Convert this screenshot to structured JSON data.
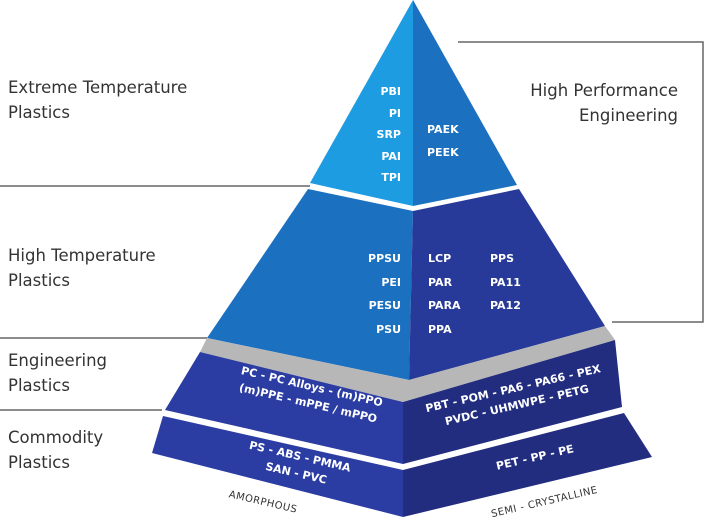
{
  "colors": {
    "top_left": "#1e9ce2",
    "top_right": "#1b70bf",
    "mid_left": "#1b70bf",
    "mid_right": "#273a99",
    "band_left": "#2b3ca3",
    "band_right": "#222d80",
    "gray": "#b7b7b7"
  },
  "left_labels": [
    {
      "line1": "Extreme Temperature",
      "line2": "Plastics"
    },
    {
      "line1": "High Temperature",
      "line2": "Plastics"
    },
    {
      "line1": "Engineering",
      "line2": "Plastics"
    },
    {
      "line1": "Commodity",
      "line2": "Plastics"
    }
  ],
  "right_label": {
    "line1": "High Performance",
    "line2": "Engineering"
  },
  "extreme_amorphous": [
    "PBI",
    "PI",
    "SRP",
    "PAI",
    "TPI"
  ],
  "extreme_semi": [
    "PAEK",
    "PEEK"
  ],
  "high_amorphous": [
    "PPSU",
    "PEI",
    "PESU",
    "PSU"
  ],
  "high_semi_col1": [
    "LCP",
    "PAR",
    "PARA",
    "PPA"
  ],
  "high_semi_col2": [
    "PPS",
    "PA11",
    "PA12"
  ],
  "engineering_amorphous": [
    "PC - PC Alloys - (m)PPO",
    "(m)PPE - mPPE / mPPO"
  ],
  "engineering_semi": [
    "PBT - POM - PA6 - PA66 - PEX",
    "PVDC - UHMWPE - PETG"
  ],
  "commodity_amorphous": [
    "PS - ABS - PMMA",
    "SAN - PVC"
  ],
  "commodity_semi": [
    "PET - PP - PE"
  ],
  "captions": {
    "amorphous": "AMORPHOUS",
    "semi": "SEMI - CRYSTALLINE"
  }
}
